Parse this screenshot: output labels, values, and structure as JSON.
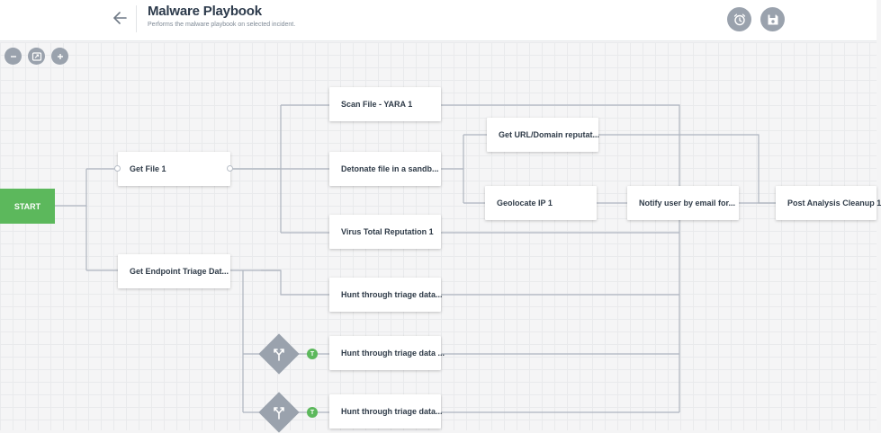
{
  "header": {
    "title": "Malware Playbook",
    "subtitle": "Performs the malware playbook on selected incident.",
    "icons": {
      "back": "arrow-left-icon",
      "history": "alarm-clock-icon",
      "save": "floppy-disk-icon"
    }
  },
  "zoom": {
    "icons": [
      "zoom-out-icon",
      "fit-to-screen-icon",
      "zoom-in-icon"
    ]
  },
  "start_label": "START",
  "tasks": {
    "get_file": "Get File 1",
    "endpoint_triage": "Get Endpoint Triage Dat...",
    "scan_yara": "Scan File - YARA 1",
    "detonate": "Detonate file in a sandb...",
    "virus_total": "Virus Total Reputation 1",
    "hunt1": "Hunt through triage data...",
    "hunt2": "Hunt through triage data ...",
    "hunt3": "Hunt through triage data...",
    "url_rep": "Get URL/Domain reputat...",
    "geolocate": "Geolocate IP 1",
    "notify": "Notify user by email for...",
    "cleanup": "Post Analysis Cleanup 1"
  },
  "conditions": {
    "badge": "T",
    "icon": "branch-split-icon"
  },
  "colors": {
    "start": "#5cb85c",
    "wire": "#aeb5bf",
    "button": "#9aa2ad",
    "title": "#2c3a4b"
  }
}
